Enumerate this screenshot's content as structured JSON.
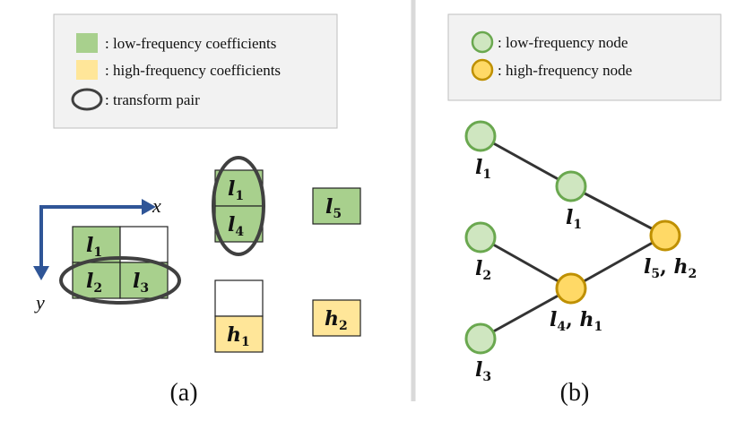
{
  "colors": {
    "low": "#a8d08d",
    "high": "#ffe699",
    "low_node_fill": "#cfe6c0",
    "low_node_stroke": "#6aa84f",
    "high_node_fill": "#ffd966",
    "high_node_stroke": "#bf9000",
    "axis": "#2f5597",
    "ellipse": "#404040",
    "divider": "#d9d9d9",
    "legend_bg": "#f2f2f2"
  },
  "panel_a": {
    "legend": {
      "low": ": low-frequency coefficients",
      "high": ": high-frequency coefficients",
      "pair": ": transform pair"
    },
    "axis_x": "x",
    "axis_y": "y",
    "grid": [
      {
        "name": "l",
        "sub": "1"
      },
      {
        "name": "",
        "sub": ""
      },
      {
        "name": "l",
        "sub": "2"
      },
      {
        "name": "l",
        "sub": "3"
      }
    ],
    "mid_top": [
      {
        "name": "l",
        "sub": "1"
      },
      {
        "name": "l",
        "sub": "4"
      }
    ],
    "mid_bottom": {
      "name": "h",
      "sub": "1"
    },
    "right_top": {
      "name": "l",
      "sub": "5"
    },
    "right_bottom": {
      "name": "h",
      "sub": "2"
    },
    "caption": "(a)"
  },
  "panel_b": {
    "legend": {
      "low": ": low-frequency node",
      "high": ": high-frequency node"
    },
    "nodes": [
      {
        "id": "a",
        "kind": "low",
        "label": [
          {
            "name": "l",
            "sub": "1"
          }
        ]
      },
      {
        "id": "b",
        "kind": "low",
        "label": [
          {
            "name": "l",
            "sub": "2"
          }
        ]
      },
      {
        "id": "c",
        "kind": "low",
        "label": [
          {
            "name": "l",
            "sub": "3"
          }
        ]
      },
      {
        "id": "d",
        "kind": "low",
        "label": [
          {
            "name": "l",
            "sub": "1"
          }
        ]
      },
      {
        "id": "e",
        "kind": "high",
        "label": [
          {
            "name": "l",
            "sub": "4"
          },
          {
            "name": "h",
            "sub": "1"
          }
        ]
      },
      {
        "id": "f",
        "kind": "high",
        "label": [
          {
            "name": "l",
            "sub": "5"
          },
          {
            "name": "h",
            "sub": "2"
          }
        ]
      }
    ],
    "edges": [
      [
        "a",
        "d"
      ],
      [
        "d",
        "f"
      ],
      [
        "b",
        "e"
      ],
      [
        "c",
        "e"
      ],
      [
        "e",
        "f"
      ]
    ],
    "caption": "(b)"
  }
}
